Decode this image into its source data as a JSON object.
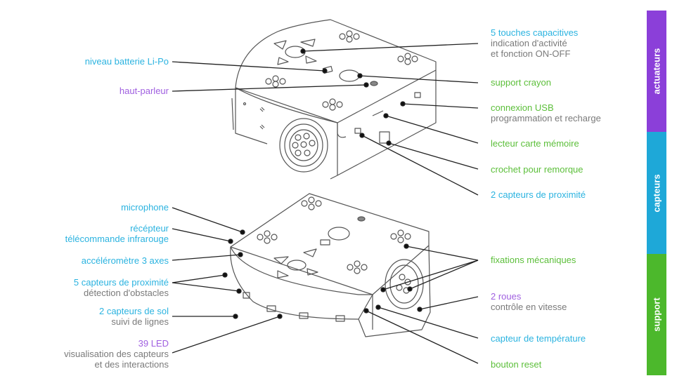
{
  "categories": [
    {
      "id": "actuateurs",
      "label": "actuateurs",
      "color": "#8b3fd9"
    },
    {
      "id": "capteurs",
      "label": "capteurs",
      "color": "#1ea8d8"
    },
    {
      "id": "support",
      "label": "support",
      "color": "#4cb82c"
    }
  ],
  "colors": {
    "actuateur_text": "#a060e0",
    "capteur_text": "#2bb3e0",
    "support_text": "#5cbf3a",
    "description_text": "#7a7a7a"
  },
  "left_labels": {
    "batterie": {
      "title": "niveau batterie Li-Po",
      "category": "capteurs"
    },
    "haut_parleur": {
      "title": "haut-parleur",
      "category": "actuateurs"
    },
    "microphone": {
      "title": "microphone",
      "category": "capteurs"
    },
    "recepteur": {
      "title": "récépteur",
      "title2": "télécommande infrarouge",
      "category": "capteurs"
    },
    "accelerometre": {
      "title": "accéléromètre 3 axes",
      "category": "capteurs"
    },
    "proximite5": {
      "title": "5 capteurs de proximité",
      "desc": "détection d'obstacles",
      "category": "capteurs"
    },
    "sol": {
      "title": "2 capteurs de sol",
      "desc": "suivi de lignes",
      "category": "capteurs"
    },
    "led": {
      "title": "39 LED",
      "desc": "visualisation des capteurs",
      "desc2": "et des interactions",
      "category": "actuateurs"
    }
  },
  "right_labels": {
    "touches": {
      "title": "5 touches capacitives",
      "desc": "indication d'activité",
      "desc2": "et fonction ON-OFF",
      "category": "capteurs"
    },
    "crayon": {
      "title": "support crayon",
      "category": "support"
    },
    "usb": {
      "title": "connexion USB",
      "desc": "programmation et recharge",
      "category": "support"
    },
    "carte": {
      "title": "lecteur carte mémoire",
      "category": "support"
    },
    "crochet": {
      "title": "crochet pour remorque",
      "category": "support"
    },
    "proximite2": {
      "title": "2 capteurs de proximité",
      "category": "capteurs"
    },
    "fixations": {
      "title": "fixations mécaniques",
      "category": "support"
    },
    "roues": {
      "title": "2 roues",
      "desc": "contrôle en vitesse",
      "category": "actuateurs"
    },
    "temperature": {
      "title": "capteur de température",
      "category": "capteurs"
    },
    "reset": {
      "title": "bouton reset",
      "category": "support"
    }
  }
}
